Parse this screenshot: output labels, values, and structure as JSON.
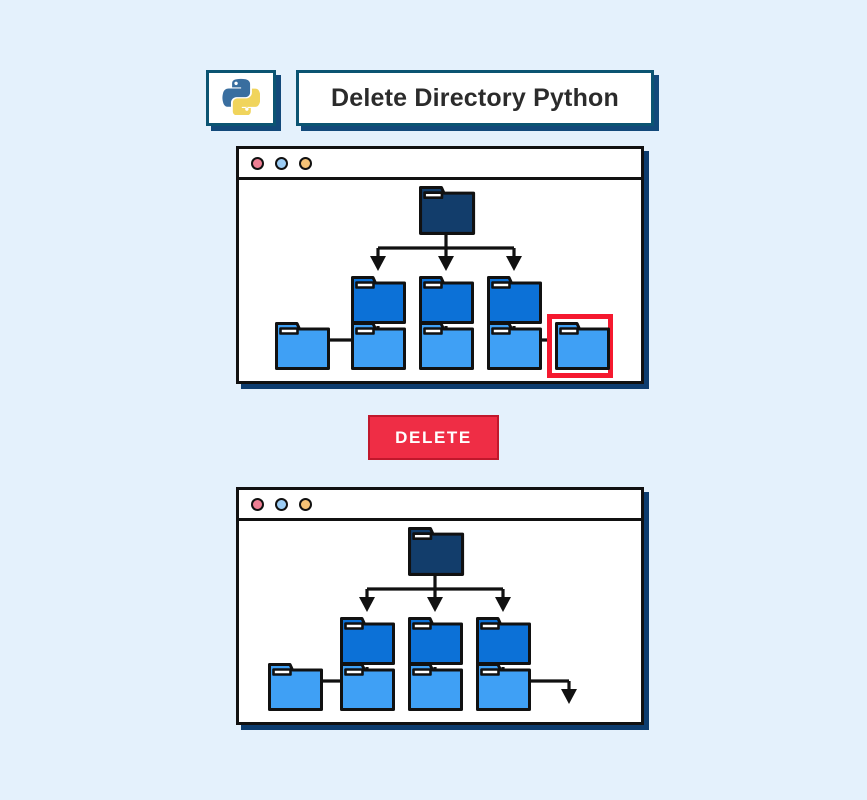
{
  "page": {
    "background_color": "#e4f1fc"
  },
  "header": {
    "logo": {
      "icon_name": "python-logo-icon",
      "alt": "Python",
      "colors": {
        "top_snake": "#396e9f",
        "bottom_snake": "#f0d45c"
      }
    },
    "title": "Delete Directory Python",
    "box_border_color": "#0b5472",
    "shadow_color": "#12497a"
  },
  "windows": [
    {
      "id": "before",
      "name": "directory-tree-before",
      "titlebar_dots": [
        {
          "name": "close-dot",
          "color": "#ef7f94"
        },
        {
          "name": "minimize-dot",
          "color": "#9ccdf5"
        },
        {
          "name": "maximize-dot",
          "color": "#f5c276"
        }
      ],
      "tree": {
        "levels": 3,
        "root": {
          "label": "",
          "color": "#123d6b"
        },
        "level2_color": "#0c71d7",
        "level3_color": "#3fa0f5",
        "level2_count": 3,
        "level3_count": 5,
        "highlighted_index": 4,
        "highlight_color": "#f5192f"
      }
    },
    {
      "id": "after",
      "name": "directory-tree-after",
      "titlebar_dots": [
        {
          "name": "close-dot",
          "color": "#ef7f94"
        },
        {
          "name": "minimize-dot",
          "color": "#9ccdf5"
        },
        {
          "name": "maximize-dot",
          "color": "#f5c276"
        }
      ],
      "tree": {
        "levels": 3,
        "root": {
          "label": "",
          "color": "#123d6b"
        },
        "level2_color": "#0c71d7",
        "level3_color": "#3fa0f5",
        "level2_count": 3,
        "level3_count": 4,
        "highlighted_index": null,
        "dangling_arrow": true
      }
    }
  ],
  "action": {
    "delete_label": "DELETE",
    "delete_color": "#ef2d45",
    "delete_border_color": "#c0182c",
    "delete_text_color": "#ffffff"
  }
}
